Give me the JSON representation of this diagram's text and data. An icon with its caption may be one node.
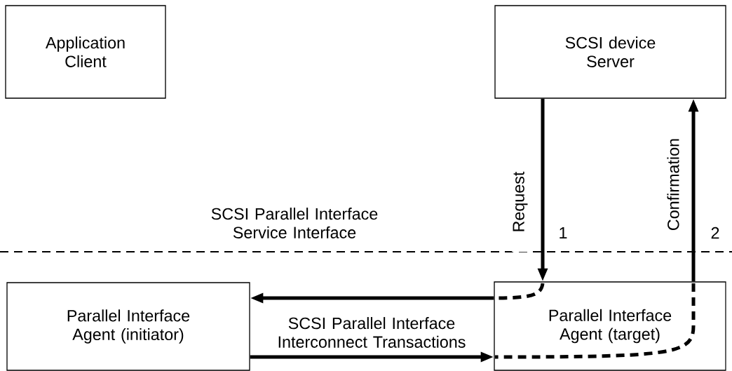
{
  "diagram": {
    "nodes": [
      {
        "text": [
          "Application Client"
        ]
      },
      {
        "text": [
          "SCSI device Server"
        ]
      },
      {
        "text": [
          "Parallel Interface Agent (initiator)"
        ]
      },
      {
        "text": [
          "Parallel Interface Agent (target)"
        ]
      }
    ],
    "edges": [
      {
        "from": 1,
        "to": 3,
        "arrow": "to",
        "label": "Request"
      },
      {
        "from": 3,
        "to": 2,
        "arrow": "to"
      },
      {
        "from": 2,
        "to": 3,
        "arrow": "to",
        "label": "SCSI Parallel Interface Interconnect Transactions"
      },
      {
        "from": 3,
        "to": 1,
        "arrow": "to",
        "label": "Confirmation"
      }
    ],
    "labels": [
      "SCSI Parallel Interface Service Interface",
      "1",
      "2"
    ]
  }
}
